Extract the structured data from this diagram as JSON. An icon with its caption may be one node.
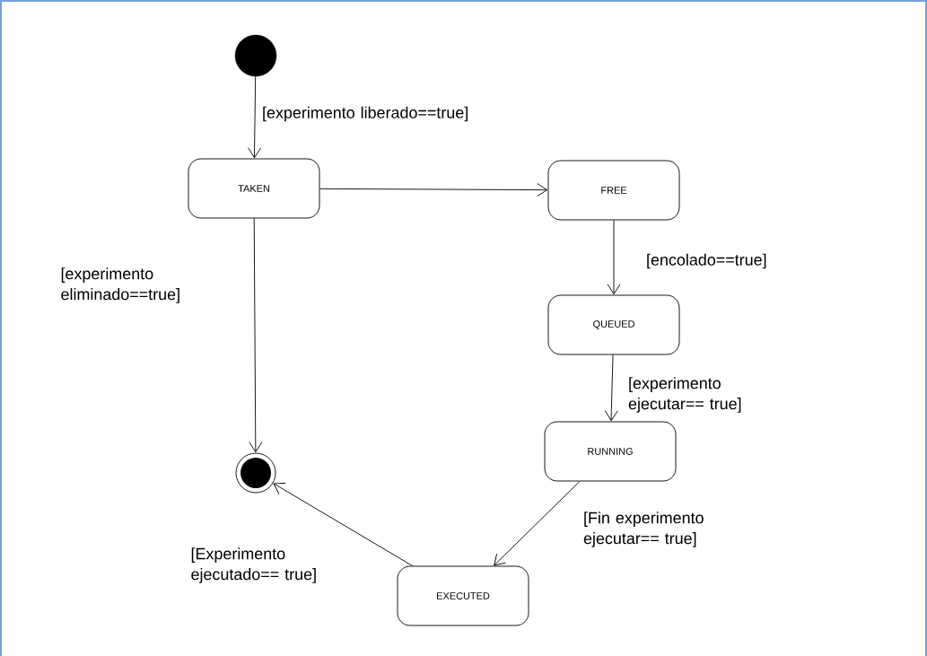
{
  "diagram": {
    "nodes": [
      {
        "text": [],
        "shape": "circle"
      },
      {
        "text": [
          "TAKEN"
        ]
      },
      {
        "text": [
          "FREE"
        ]
      },
      {
        "text": [
          "QUEUED"
        ]
      },
      {
        "text": [
          "RUNNING"
        ]
      },
      {
        "text": [
          "EXECUTED"
        ]
      },
      {
        "text": [],
        "shape": "bullseye"
      }
    ],
    "edges": [
      {
        "from": 0,
        "to": 1,
        "arrow": "to",
        "label": "[experimento liberado==true]"
      },
      {
        "from": 1,
        "to": 2,
        "arrow": "to"
      },
      {
        "from": 1,
        "to": 6,
        "arrow": "to",
        "label": "[experimento eliminado==true]"
      },
      {
        "from": 2,
        "to": 3,
        "arrow": "to",
        "label": "[encolado==true]"
      },
      {
        "from": 3,
        "to": 4,
        "arrow": "to",
        "label": "[experimento ejecutar== true]"
      },
      {
        "from": 4,
        "to": 5,
        "arrow": "to",
        "label": "[Fin experimento ejecutar== true]"
      },
      {
        "from": 5,
        "to": 6,
        "arrow": "to",
        "label": "[Experimento ejecutado== true]"
      }
    ]
  }
}
